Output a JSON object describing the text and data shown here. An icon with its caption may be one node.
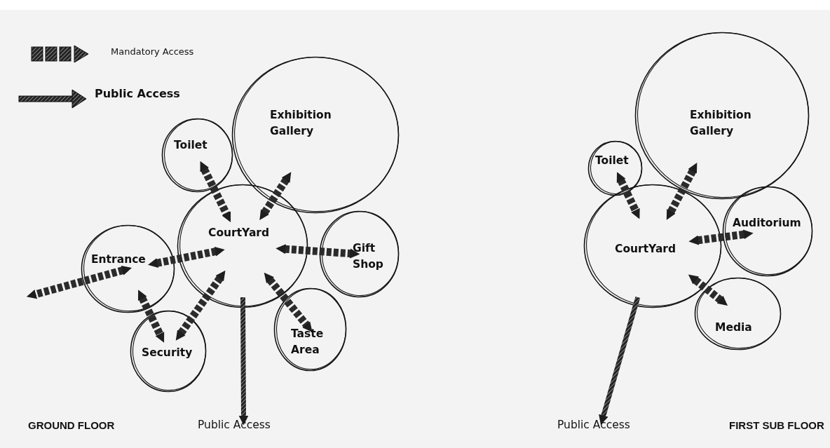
{
  "diagram": {
    "nodes": [
      {
        "text": [
          "Toilet"
        ]
      },
      {
        "text": [
          "Exhibition Gallery"
        ]
      },
      {
        "text": [
          "CourtYard"
        ]
      },
      {
        "text": [
          "Gift Shop"
        ]
      },
      {
        "text": [
          "Entrance"
        ]
      },
      {
        "text": [
          "Security"
        ]
      },
      {
        "text": [
          "Taste Area"
        ]
      },
      {
        "text": [
          "Public Access"
        ]
      },
      {
        "text": [
          "Toilet"
        ]
      },
      {
        "text": [
          "Exhibition Gallery"
        ]
      },
      {
        "text": [
          "CourtYard"
        ]
      },
      {
        "text": [
          "Auditorium"
        ]
      },
      {
        "text": [
          "Media"
        ]
      },
      {
        "text": [
          "Public Access"
        ]
      }
    ],
    "edges": [
      {
        "from": 0,
        "to": 2,
        "arrow": "both",
        "style": "dashed"
      },
      {
        "from": 1,
        "to": 2,
        "arrow": "both",
        "style": "dashed"
      },
      {
        "from": 4,
        "to": 2,
        "arrow": "both",
        "style": "dashed"
      },
      {
        "from": 2,
        "to": 3,
        "arrow": "both",
        "style": "dashed"
      },
      {
        "from": 2,
        "to": 6,
        "arrow": "both",
        "style": "dashed"
      },
      {
        "from": 4,
        "to": 5,
        "arrow": "both",
        "style": "dashed"
      },
      {
        "from": 5,
        "to": 2,
        "arrow": "both",
        "style": "dashed"
      },
      {
        "from": 4,
        "to": null,
        "arrow": "both",
        "style": "dashed"
      },
      {
        "from": 2,
        "to": 7,
        "arrow": "to",
        "style": "thick"
      },
      {
        "from": 8,
        "to": 10,
        "arrow": "both",
        "style": "dashed"
      },
      {
        "from": 9,
        "to": 10,
        "arrow": "both",
        "style": "dashed"
      },
      {
        "from": 10,
        "to": 11,
        "arrow": "both",
        "style": "dashed"
      },
      {
        "from": 10,
        "to": 12,
        "arrow": "both",
        "style": "dashed"
      },
      {
        "from": 10,
        "to": 13,
        "arrow": "to",
        "style": "thick"
      }
    ],
    "labels": [
      "GROUND FLOOR",
      "FIRST SUB FLOOR"
    ],
    "legend": [
      {
        "text": "Mandatory Access"
      },
      {
        "text": "Public Access"
      }
    ]
  }
}
